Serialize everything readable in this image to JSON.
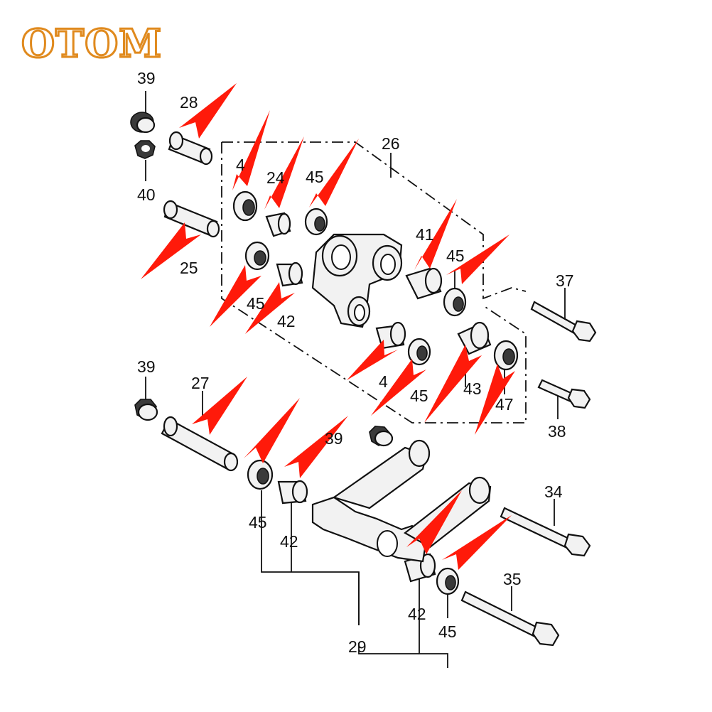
{
  "brand": {
    "logo_text": "OTOM",
    "color": "#e08a1e"
  },
  "arrow_color": "#ff1a0a",
  "part_numbers": {
    "p39_top": "39",
    "p28": "28",
    "p40": "40",
    "p25": "25",
    "p26": "26",
    "p4x_top": "4",
    "p24": "24",
    "p45_top": "45",
    "p41": "41",
    "p45_right": "45",
    "p37": "37",
    "p45_left": "45",
    "p42_left": "42",
    "p4x_mid": "4",
    "p45_mid": "45",
    "p43": "43",
    "p47": "47",
    "p38": "38",
    "p39_mid": "39",
    "p27": "27",
    "p39_low": "39",
    "p34": "34",
    "p45_low": "45",
    "p42_low": "42",
    "p35": "35",
    "p42_br": "42",
    "p45_br": "45",
    "p29": "29"
  }
}
